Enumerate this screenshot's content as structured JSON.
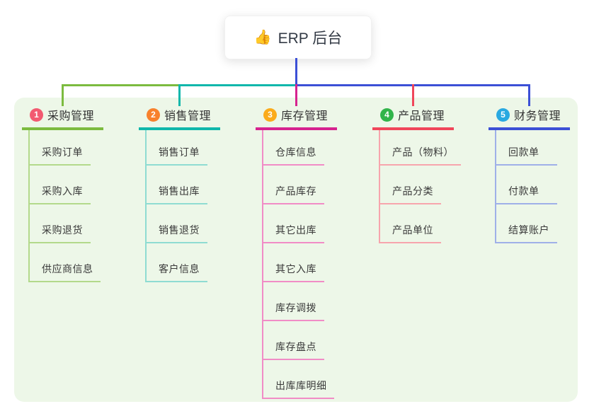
{
  "root": {
    "icon": "👍",
    "label": "ERP 后台"
  },
  "branches": [
    {
      "badge": "1",
      "title": "采购管理",
      "color": "#7cbb3f",
      "light_color": "#b3d98b",
      "badge_color": "#f25a71",
      "children": [
        "采购订单",
        "采购入库",
        "采购退货",
        "供应商信息"
      ]
    },
    {
      "badge": "2",
      "title": "销售管理",
      "color": "#10b7ab",
      "light_color": "#8fdcd2",
      "badge_color": "#f8812c",
      "children": [
        "销售订单",
        "销售出库",
        "销售退货",
        "客户信息"
      ]
    },
    {
      "badge": "3",
      "title": "库存管理",
      "color": "#d6238f",
      "light_color": "#f18cc6",
      "badge_color": "#fbab1b",
      "children": [
        "仓库信息",
        "产品库存",
        "其它出库",
        "其它入库",
        "库存调拨",
        "库存盘点",
        "出库库明细"
      ]
    },
    {
      "badge": "4",
      "title": "产品管理",
      "color": "#f0465a",
      "light_color": "#f7a5ad",
      "badge_color": "#31b44a",
      "children": [
        "产品（物料）",
        "产品分类",
        "产品单位"
      ]
    },
    {
      "badge": "5",
      "title": "财务管理",
      "color": "#3c50d6",
      "light_color": "#9fb0e8",
      "badge_color": "#29a9e1",
      "children": [
        "回款单",
        "付款单",
        "结算账户"
      ]
    }
  ],
  "colors": {
    "panel_background": "#edf7e8",
    "page_background": "#ffffff",
    "root_connector": "#3c50d6",
    "text": "#333333"
  }
}
